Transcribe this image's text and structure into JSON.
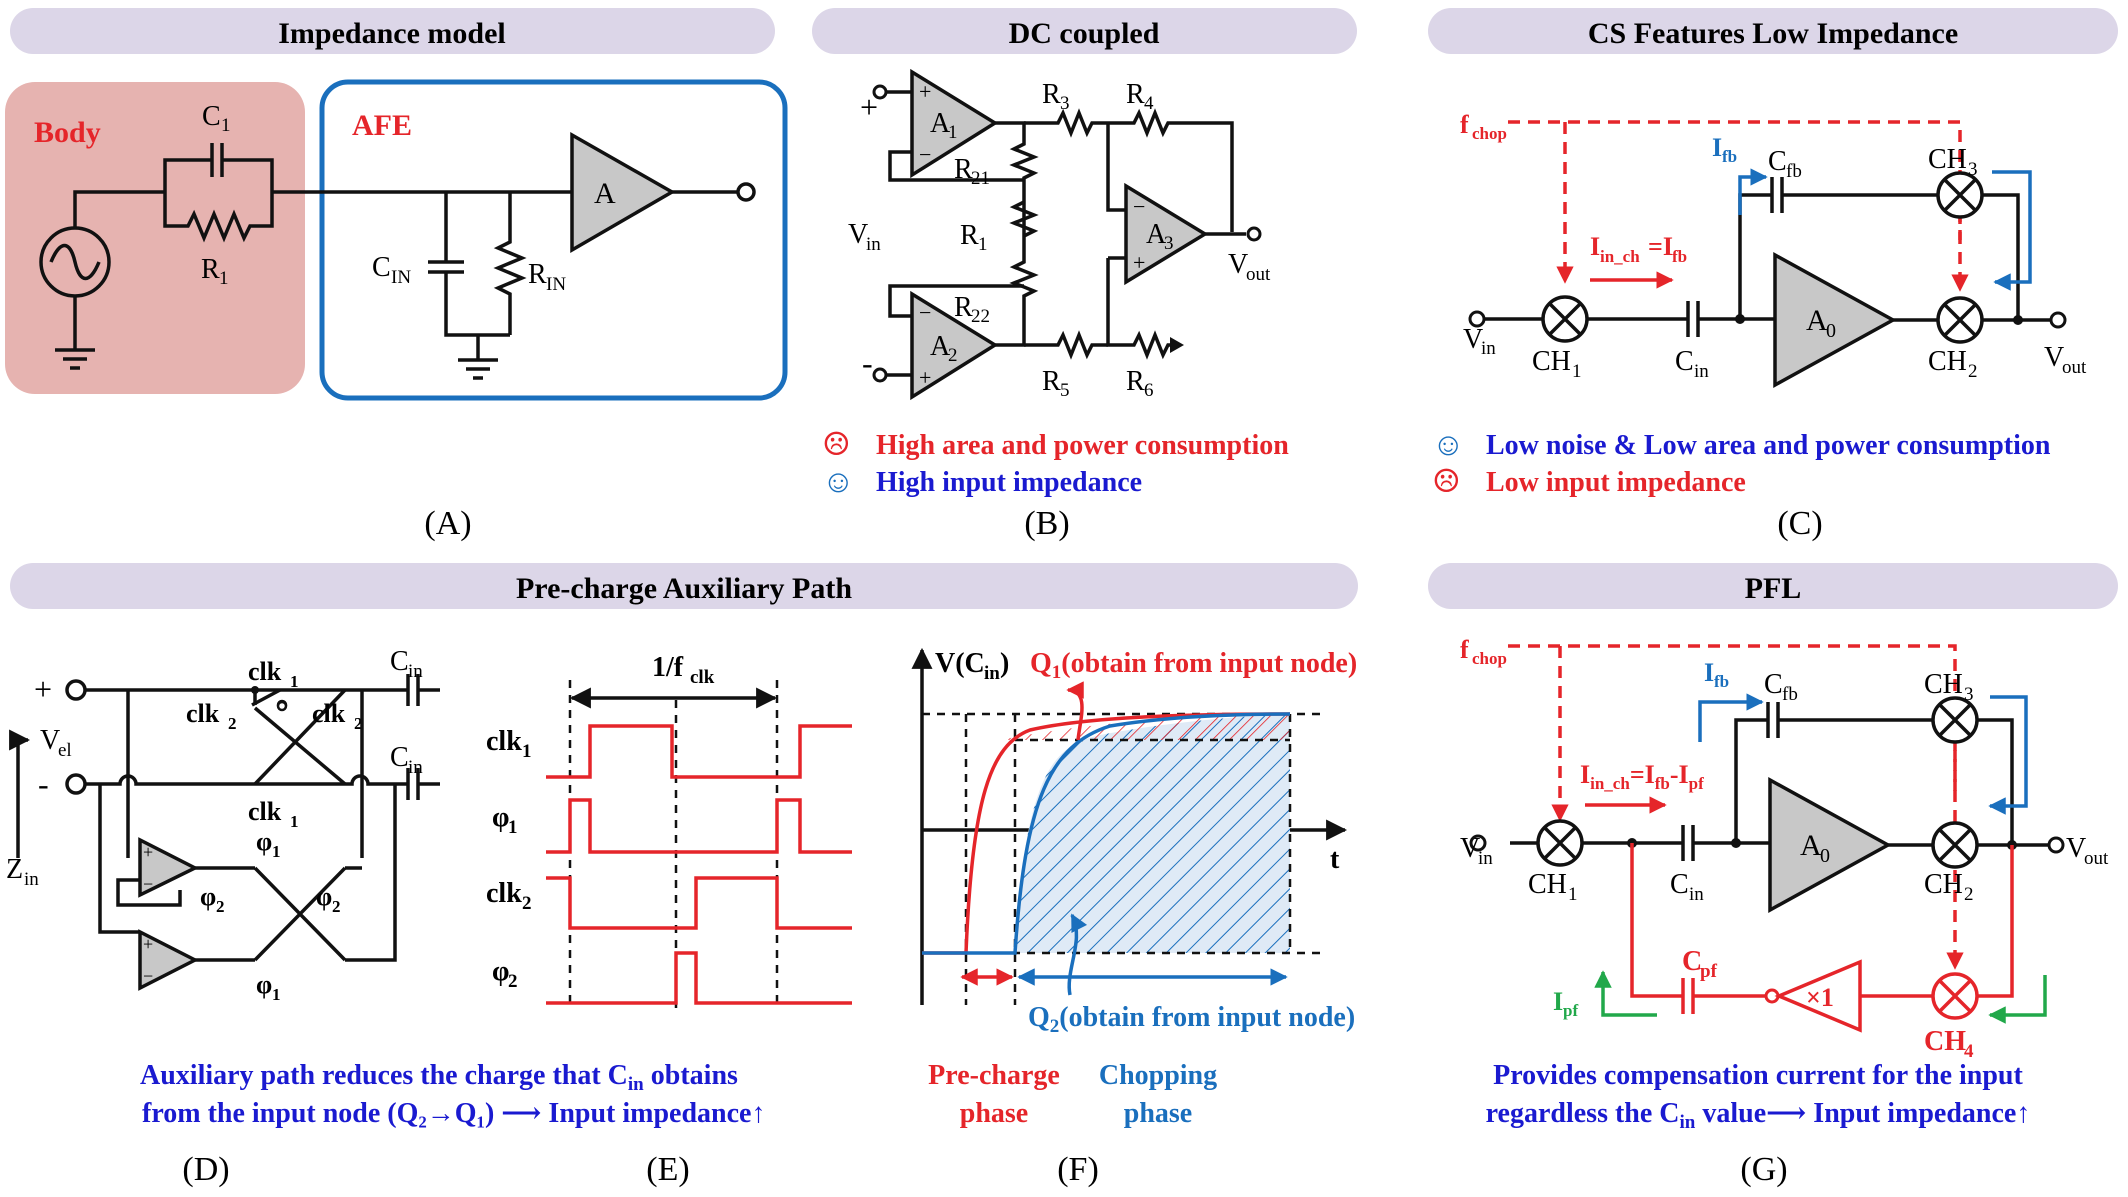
{
  "headers": {
    "a": "Impedance model",
    "b": "DC coupled",
    "c": "CS Features Low Impedance",
    "d": "Pre-charge Auxiliary Path",
    "g": "PFL"
  },
  "panel_a": {
    "body": "Body",
    "afe": "AFE",
    "c1": "C",
    "c1_sub": "1",
    "r1": "R",
    "r1_sub": "1",
    "cin": "C",
    "cin_sub": "IN",
    "rin": "R",
    "rin_sub": "IN",
    "amp": "A",
    "caption": "(A)"
  },
  "panel_b": {
    "plus": "+",
    "minus": "-",
    "vin": "V",
    "vin_sub": "in",
    "vout": "V",
    "vout_sub": "out",
    "a1": "A",
    "a1_sub": "1",
    "a2": "A",
    "a2_sub": "2",
    "a3": "A",
    "a3_sub": "3",
    "r1": "R",
    "r1_sub": "1",
    "r21": "R",
    "r21_sub": "21",
    "r22": "R",
    "r22_sub": "22",
    "r3": "R",
    "r3_sub": "3",
    "r4": "R",
    "r4_sub": "4",
    "r5": "R",
    "r5_sub": "5",
    "r6": "R",
    "r6_sub": "6",
    "sad_face": "☹",
    "happy_face": "☺",
    "con": "High area and power consumption",
    "pro": "High input impedance",
    "caption": "(B)"
  },
  "panel_c": {
    "fchop": "f",
    "fchop_sub": "chop",
    "ifb": "I",
    "ifb_sub": "fb",
    "cfb": "C",
    "cfb_sub": "fb",
    "ch3": "CH",
    "ch3_sub": "3",
    "ch1": "CH",
    "ch1_sub": "1",
    "ch2": "CH",
    "ch2_sub": "2",
    "iinch": "I",
    "iinch_sub": "in_ch",
    "iinch_eq": "=I",
    "iinch_eq_sub": "fb",
    "vin": "V",
    "vin_sub": "in",
    "cin": "C",
    "cin_sub": "in",
    "a0": "A",
    "a0_sub": "0",
    "vout": "V",
    "vout_sub": "out",
    "happy_face": "☺",
    "sad_face": "☹",
    "pro": "Low noise & Low area and power consumption",
    "con": "Low input impedance",
    "caption": "(C)"
  },
  "panel_d": {
    "plus": "+",
    "minus": "-",
    "vel": "V",
    "vel_sub": "el",
    "zin": "Z",
    "zin_sub": "in",
    "clk1": "clk",
    "clk1_sub": "1",
    "clk2": "clk",
    "clk2_sub": "2",
    "phi1": "φ",
    "phi1_sub": "1",
    "phi2": "φ",
    "phi2_sub": "2",
    "cin": "C",
    "cin_sub": "in",
    "caption_line1_a": "Auxiliary path reduces the charge that C",
    "caption_line1_sub": "in",
    "caption_line1_b": " obtains",
    "caption_line2": "from the input node (Q₂→Q₁) ⟶ Input impedance↑",
    "caption": "(D)"
  },
  "panel_e": {
    "period": "1/f",
    "period_sub": "clk",
    "clk1": "clk",
    "clk1_sub": "1",
    "phi1": "φ",
    "phi1_sub": "1",
    "clk2": "clk",
    "clk2_sub": "2",
    "phi2": "φ",
    "phi2_sub": "2",
    "caption": "(E)"
  },
  "panel_f": {
    "yaxis": "V(C",
    "yaxis_sub": "in",
    "yaxis_end": ")",
    "xaxis": "t",
    "q1": "Q",
    "q1_sub": "1",
    "q1_text": "(obtain from input node)",
    "q2": "Q",
    "q2_sub": "2",
    "q2_text": "(obtain from input node)",
    "precharge_1": "Pre-charge",
    "precharge_2": "phase",
    "chopping_1": "Chopping",
    "chopping_2": "phase",
    "caption": "(F)"
  },
  "panel_g": {
    "fchop": "f",
    "fchop_sub": "chop",
    "ifb": "I",
    "ifb_sub": "fb",
    "cfb": "C",
    "cfb_sub": "fb",
    "ch1": "CH",
    "ch1_sub": "1",
    "ch2": "CH",
    "ch2_sub": "2",
    "ch3": "CH",
    "ch3_sub": "3",
    "ch4": "CH",
    "ch4_sub": "4",
    "iinch": "I",
    "iinch_sub": "in_ch",
    "iinch_eq": "=I",
    "iinch_eq_sub": "fb",
    "iinch_m": "-I",
    "iinch_m_sub": "pf",
    "vin": "V",
    "vin_sub": "in",
    "cin": "C",
    "cin_sub": "in",
    "a0": "A",
    "a0_sub": "0",
    "vout": "V",
    "vout_sub": "out",
    "cpf": "C",
    "cpf_sub": "pf",
    "ipf": "I",
    "ipf_sub": "pf",
    "buffer": "×1",
    "caption_line1": "Provides compensation current for the input",
    "caption_line2_a": "regardless the C",
    "caption_line2_sub": "in",
    "caption_line2_b": " value⟶ Input impedance↑",
    "caption": "(G)"
  },
  "colors": {
    "red": "#e5252a",
    "blue": "#1a6fbd",
    "green": "#21a84a",
    "header": "#dcd6e8",
    "body_fill": "#e6b3b0",
    "afe_border": "#1a6fbd",
    "amp_fill": "#c8c8c8"
  }
}
